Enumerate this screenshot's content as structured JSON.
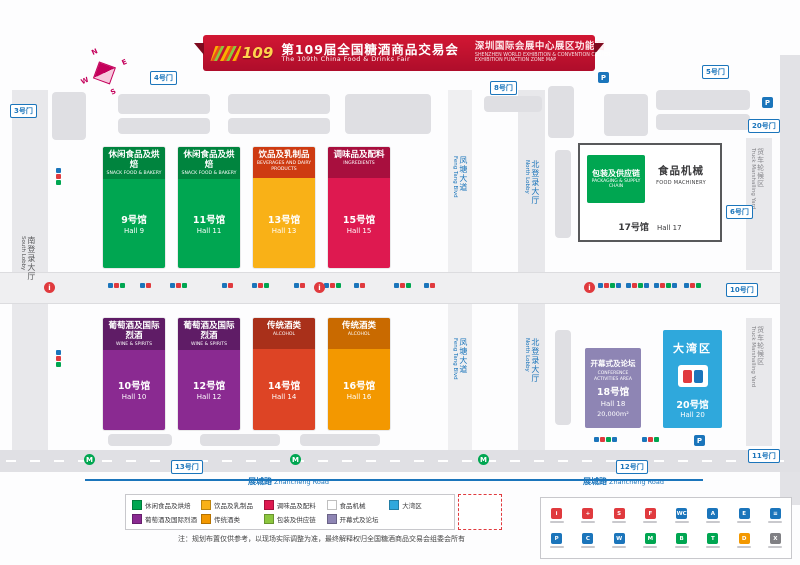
{
  "banner": {
    "logo_text": "109",
    "title_cn": "第109届全国糖酒商品交易会",
    "title_en": "The 109th China Food & Drinks Fair",
    "subtitle_cn": "深圳国际会展中心展区功能图",
    "subtitle_en_line1": "SHENZHEN WORLD EXHIBITION & CONVENTION CENTER",
    "subtitle_en_line2": "EXHIBITION FUNCTION ZONE MAP"
  },
  "compass": {
    "n": "N",
    "e": "E",
    "s": "S",
    "w": "W"
  },
  "halls": [
    {
      "hall_cn": "9号馆",
      "hall_en": "Hall 9",
      "category_cn": "休闲食品及烘焙",
      "category_en": "SNACK FOOD & BAKERY",
      "body": "#00A651",
      "header": "#00843E"
    },
    {
      "hall_cn": "11号馆",
      "hall_en": "Hall 11",
      "category_cn": "休闲食品及烘焙",
      "category_en": "SNACK FOOD & BAKERY",
      "body": "#00A651",
      "header": "#00843E"
    },
    {
      "hall_cn": "13号馆",
      "hall_en": "Hall 13",
      "category_cn": "饮品及乳制品",
      "category_en": "BEVERAGES AND DAIRY PRODUCTS",
      "body": "#F9B117",
      "header": "#CE3B12"
    },
    {
      "hall_cn": "15号馆",
      "hall_en": "Hall 15",
      "category_cn": "调味品及配料",
      "category_en": "INGREDIENTS",
      "body": "#DE1950",
      "header": "#A80F3E"
    },
    {
      "hall_cn": "10号馆",
      "hall_en": "Hall 10",
      "category_cn": "葡萄酒及国际烈酒",
      "category_en": "WINE & SPIRITS",
      "body": "#8A2A91",
      "header": "#5F1C66"
    },
    {
      "hall_cn": "12号馆",
      "hall_en": "Hall 12",
      "category_cn": "葡萄酒及国际烈酒",
      "category_en": "WINE & SPIRITS",
      "body": "#8A2A91",
      "header": "#5F1C66"
    },
    {
      "hall_cn": "14号馆",
      "hall_en": "Hall 14",
      "category_cn": "传统酒类",
      "category_en": "ALCOHOL",
      "body": "#DD4425",
      "header": "#A9301A"
    },
    {
      "hall_cn": "16号馆",
      "hall_en": "Hall 16",
      "category_cn": "传统酒类",
      "category_en": "ALCOHOL",
      "body": "#F39800",
      "header": "#C96A00"
    }
  ],
  "hall17": {
    "hall_cn": "17号馆",
    "hall_en": "Hall 17",
    "zone1_cn": "包装及供应链",
    "zone1_en": "PACKAGING & SUPPLY CHAIN",
    "zone1_color": "#00A651",
    "zone2_cn": "食品机械",
    "zone2_en": "FOOD MACHINERY"
  },
  "hall18": {
    "hall_cn": "18号馆",
    "hall_en": "Hall 18",
    "category_cn": "开幕式及论坛",
    "category_en": "CONFERENCE ACTIVITIES AREA",
    "area": "20,000m²",
    "body": "#8E85B4"
  },
  "hall20": {
    "hall_cn": "20号馆",
    "hall_en": "Hall 20",
    "region_cn": "大湾区",
    "body": "#2FA8DC"
  },
  "roads": {
    "feng_tang_cn": "凤塘大道",
    "feng_tang_en": "Feng Tang Blvd",
    "north_lobby_cn": "北登录大厅",
    "north_lobby_en": "North Lobby",
    "south_lobby_cn": "南登录大厅",
    "south_lobby_en": "South Lobby",
    "zhancheng_cn": "展城路",
    "zhancheng_en": "Zhancheng Road",
    "truck_yard_cn": "货车轮候区",
    "truck_yard_en": "Truck Marshalling Yard"
  },
  "gates": [
    "3号门",
    "4号门",
    "8号门",
    "5号门",
    "20号门",
    "6号门",
    "10号门",
    "11号门",
    "12号门",
    "13号门"
  ],
  "markers": {
    "info": "i",
    "parking": "P",
    "metro": "M"
  },
  "legend": {
    "items": [
      {
        "label": "休闲食品及烘焙",
        "color": "#00A651"
      },
      {
        "label": "饮品及乳制品",
        "color": "#F9B117"
      },
      {
        "label": "调味品及配料",
        "color": "#DE1950"
      },
      {
        "label": "食品机械",
        "color": "#FFFFFF"
      },
      {
        "label": "大湾区",
        "color": "#2FA8DC"
      },
      {
        "label": "葡萄酒及国际烈酒",
        "color": "#8A2A91"
      },
      {
        "label": "传统酒类",
        "color": "#F39800"
      },
      {
        "label": "包装及供应链",
        "color": "#8CC63F"
      },
      {
        "label": "开幕式及论坛",
        "color": "#8E85B4"
      }
    ]
  },
  "facility_legend": {
    "icons": [
      {
        "name": "information-icon",
        "glyph": "i",
        "color": "#E03A3E"
      },
      {
        "name": "first-aid-icon",
        "glyph": "+",
        "color": "#E03A3E"
      },
      {
        "name": "security-icon",
        "glyph": "S",
        "color": "#E03A3E"
      },
      {
        "name": "fire-hydrant-icon",
        "glyph": "F",
        "color": "#E03A3E"
      },
      {
        "name": "restroom-icon",
        "glyph": "WC",
        "color": "#1B75BB"
      },
      {
        "name": "accessible-restroom-icon",
        "glyph": "A",
        "color": "#1B75BB"
      },
      {
        "name": "elevator-icon",
        "glyph": "E",
        "color": "#1B75BB"
      },
      {
        "name": "escalator-icon",
        "glyph": "≡",
        "color": "#1B75BB"
      },
      {
        "name": "parking-icon",
        "glyph": "P",
        "color": "#1B75BB"
      },
      {
        "name": "charging-icon",
        "glyph": "C",
        "color": "#1B75BB"
      },
      {
        "name": "drinking-water-icon",
        "glyph": "W",
        "color": "#1B75BB"
      },
      {
        "name": "metro-station-icon",
        "glyph": "M",
        "color": "#00A651"
      },
      {
        "name": "bus-station-icon",
        "glyph": "B",
        "color": "#00A651"
      },
      {
        "name": "taxi-stand-icon",
        "glyph": "T",
        "color": "#00A651"
      },
      {
        "name": "dining-icon",
        "glyph": "D",
        "color": "#F39800"
      },
      {
        "name": "smoking-area-icon",
        "glyph": "X",
        "color": "#808084"
      }
    ]
  },
  "note": "注：规划布置仅供参考，以现场实际调整为准，最终解释权归全国糖酒商品交易会组委会所有"
}
